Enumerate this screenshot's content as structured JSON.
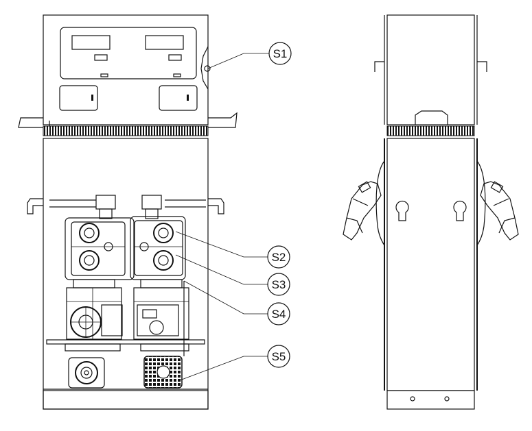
{
  "callouts": [
    {
      "id": "S1",
      "label": "S1"
    },
    {
      "id": "S2",
      "label": "S2"
    },
    {
      "id": "S3",
      "label": "S3"
    },
    {
      "id": "S4",
      "label": "S4"
    },
    {
      "id": "S5",
      "label": "S5"
    }
  ],
  "colors": {
    "line": "#111111",
    "background": "#ffffff"
  }
}
